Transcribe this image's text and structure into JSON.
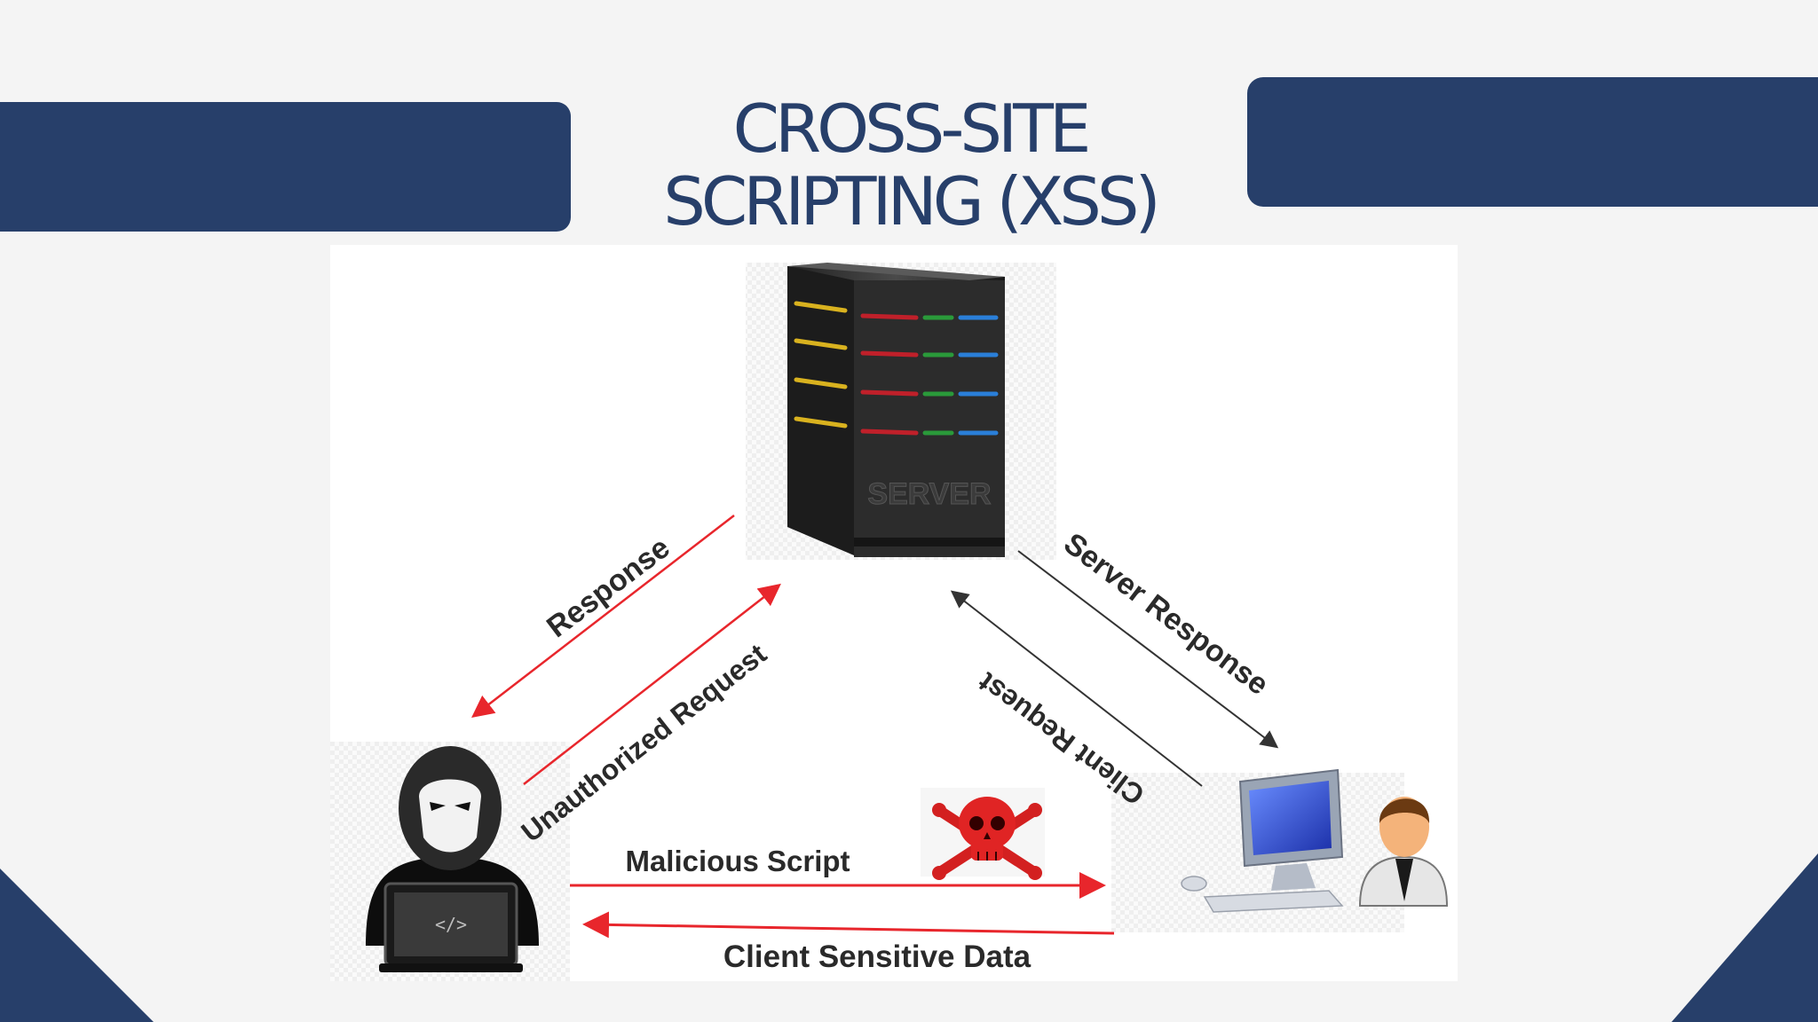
{
  "title": {
    "line1": "CROSS-SITE",
    "line2": "SCRIPTING (XSS)"
  },
  "diagram": {
    "server_text": "SERVER",
    "laptop_text": "</>",
    "labels": {
      "response": "Response",
      "unauthorized_request": "Unauthorized Request",
      "server_response": "Server Response",
      "client_request": "Client Request",
      "malicious_script": "Malicious Script",
      "client_sensitive_data": "Client Sensitive Data"
    },
    "colors": {
      "attack_arrow": "#e8262c",
      "client_arrow": "#333333",
      "band": "#273f6a"
    }
  }
}
